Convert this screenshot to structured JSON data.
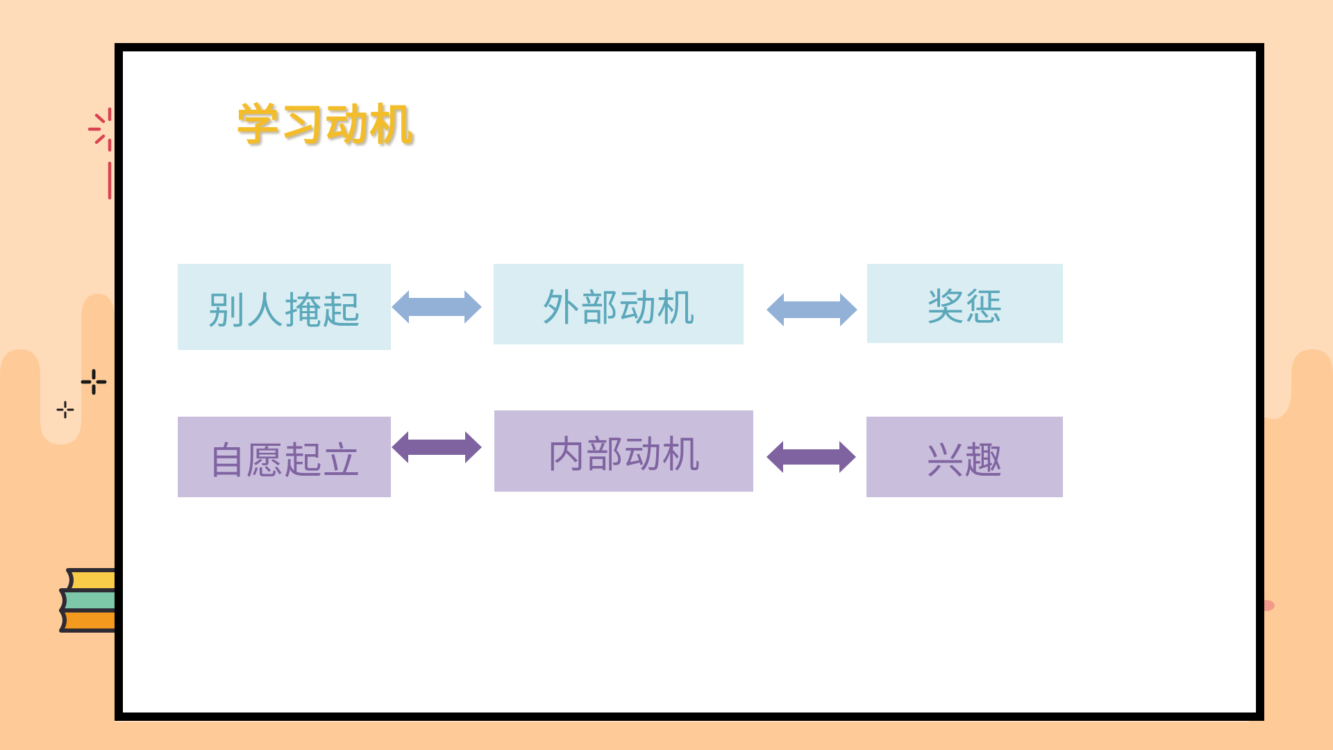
{
  "slide": {
    "title": "学习动机",
    "colors": {
      "background_light": "#FEDBB9",
      "background_dark": "#FECB98",
      "title": "#F3BD2A",
      "external_box": "#DAEDF3",
      "external_text": "#5BA8BA",
      "external_arrow": "#93B1D6",
      "internal_box": "#C9BEDB",
      "internal_text": "#8064A2",
      "internal_arrow": "#7F63A1",
      "accent_red": "#D9434F"
    },
    "rows": [
      {
        "type": "external",
        "left": "别人掩起",
        "center": "外部动机",
        "right": "奖惩"
      },
      {
        "type": "internal",
        "left": "自愿起立",
        "center": "内部动机",
        "right": "兴趣"
      }
    ],
    "decorations": [
      "sparkle-icon",
      "cross-star-icon",
      "books-stack-icon"
    ]
  }
}
